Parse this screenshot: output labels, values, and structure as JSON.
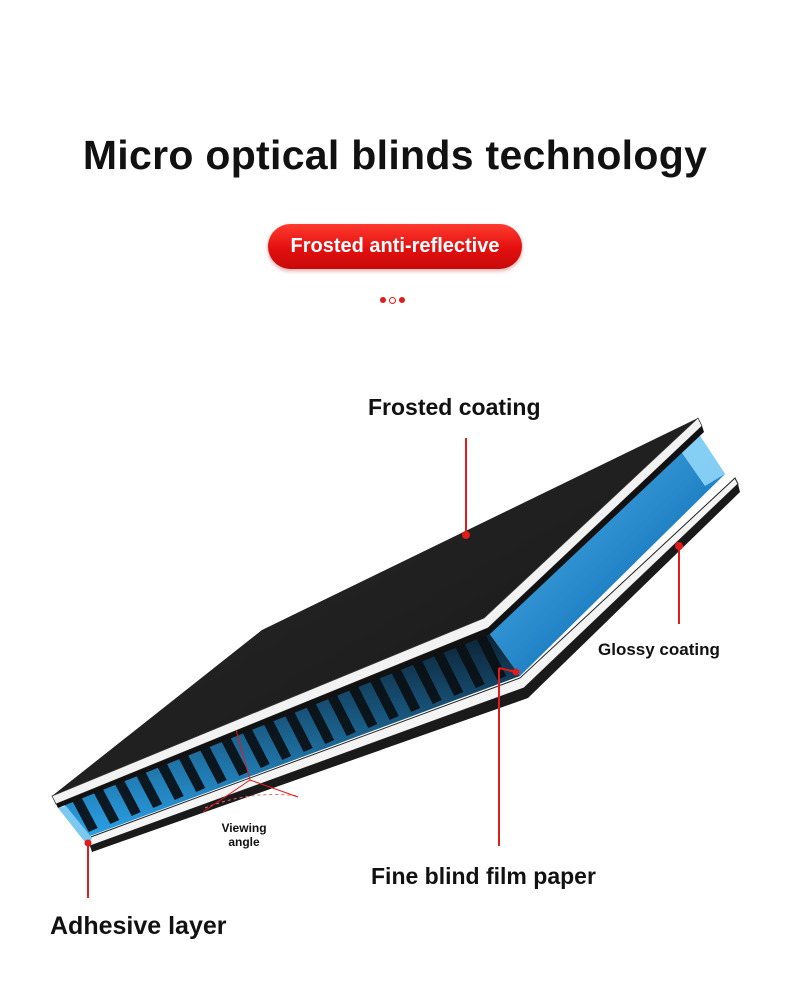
{
  "header": {
    "title": "Micro optical blinds technology",
    "badge": "Frosted anti-reflective"
  },
  "labels": {
    "frosted_coating": "Frosted coating",
    "glossy_coating": "Glossy coating",
    "viewing_angle_line1": "Viewing",
    "viewing_angle_line2": "angle",
    "fine_blind": "Fine blind film paper",
    "adhesive": "Adhesive layer"
  },
  "colors": {
    "accent": "#e21b1b",
    "panel": "#1e1e1e",
    "blind_blue": "#2a8fd4"
  }
}
